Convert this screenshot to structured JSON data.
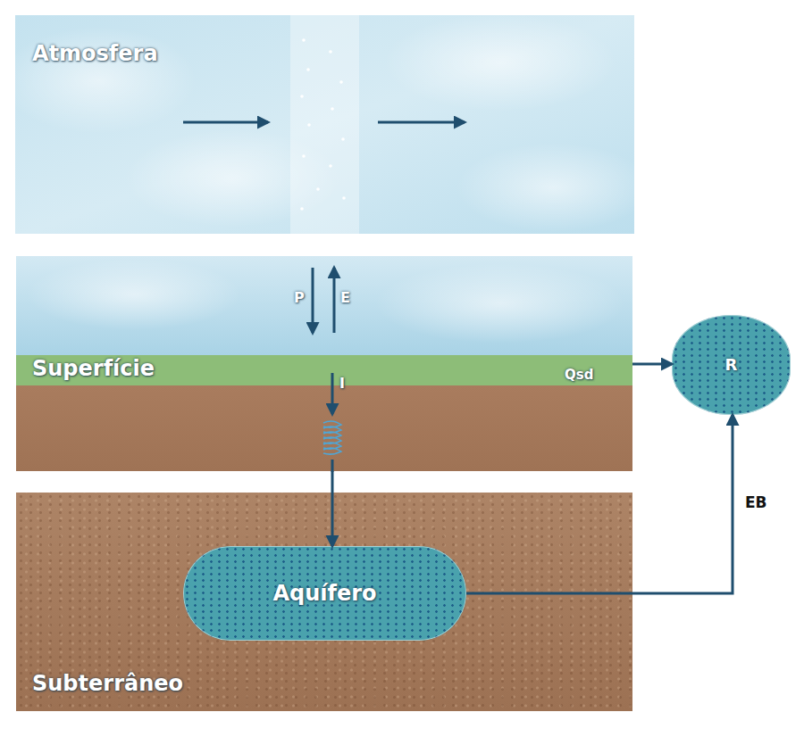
{
  "diagram": {
    "nodes": [
      {
        "text": [
          "Atmosfera"
        ]
      },
      {
        "text": [
          "Superfície"
        ]
      },
      {
        "text": [
          "Subterrâneo"
        ]
      },
      {
        "text": [
          "Aquífero"
        ],
        "in": 2
      },
      {
        "text": [
          "R"
        ]
      }
    ],
    "edges": [
      {
        "from": 1,
        "to": 3,
        "arrow": "to"
      },
      {
        "from": 1,
        "to": 4,
        "arrow": "to",
        "label": "Qsd"
      },
      {
        "from": 3,
        "to": 4,
        "arrow": "to",
        "label": "EB"
      }
    ],
    "labels": [
      "P",
      "E",
      "I"
    ]
  }
}
